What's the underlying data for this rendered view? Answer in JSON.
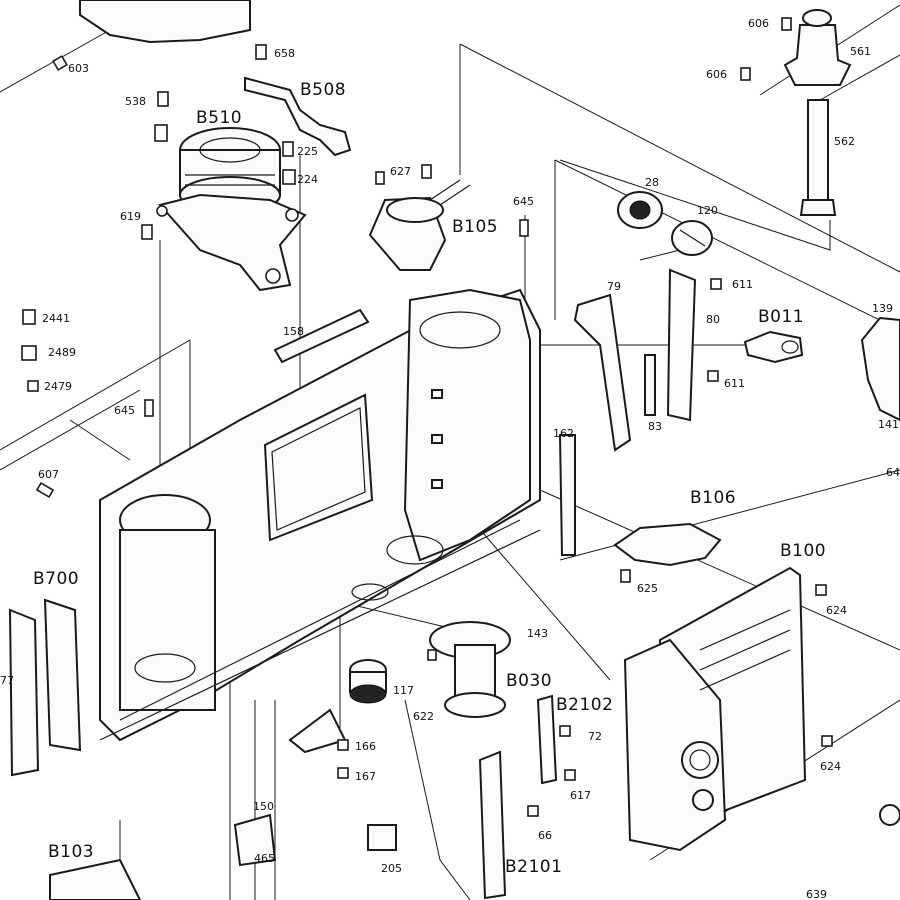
{
  "labels": {
    "l603": "603",
    "l658": "658",
    "lB508": "B508",
    "l538": "538",
    "lB510": "B510",
    "l225": "225",
    "l224": "224",
    "l627": "627",
    "l645a": "645",
    "lB105": "B105",
    "l619": "619",
    "l28": "28",
    "l120": "120",
    "l606a": "606",
    "l606b": "606",
    "l561": "561",
    "l562": "562",
    "l2441": "2441",
    "l2489": "2489",
    "l2479": "2479",
    "l158": "158",
    "l79": "79",
    "l80": "80",
    "l611a": "611",
    "l611b": "611",
    "lB011": "B011",
    "l139": "139",
    "l141": "141",
    "l83": "83",
    "l645b": "645",
    "l162": "162",
    "l607": "607",
    "lB106": "B106",
    "l64": "64",
    "l625": "625",
    "lB100": "B100",
    "l624a": "624",
    "l624b": "624",
    "lB700": "B700",
    "l143": "143",
    "l117": "117",
    "lB030": "B030",
    "l622": "622",
    "lB2102": "B2102",
    "l72": "72",
    "l617": "617",
    "l77": "77",
    "l166": "166",
    "l167": "167",
    "l150": "150",
    "l66": "66",
    "l465": "465",
    "lB103": "B103",
    "l205": "205",
    "lB2101": "B2101",
    "l639": "639"
  }
}
